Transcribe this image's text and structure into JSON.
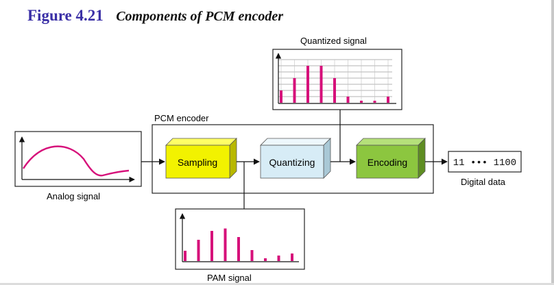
{
  "figure": {
    "number": "Figure 4.21",
    "caption": "Components of PCM encoder"
  },
  "encoder": {
    "label": "PCM encoder"
  },
  "blocks": {
    "sampling": "Sampling",
    "quantizing": "Quantizing",
    "encoding": "Encoding"
  },
  "signals": {
    "analog": "Analog signal",
    "pam": "PAM signal",
    "quantized": "Quantized signal",
    "digital": "Digital data"
  },
  "output": {
    "bits": "11 ••• 1100"
  },
  "colors": {
    "title_blue": "#3a2fa6",
    "signal_magenta": "#d6107a",
    "sampling_fill": "#f2f200",
    "quantizing_fill": "#d7ecf6",
    "encoding_fill": "#8cc63f"
  },
  "pam_samples": [
    0.3,
    0.62,
    0.88,
    0.95,
    0.7,
    0.32,
    0.08,
    0.16,
    0.22
  ],
  "quantized_samples": [
    2,
    4,
    6,
    6,
    4,
    1,
    0,
    0,
    1
  ]
}
